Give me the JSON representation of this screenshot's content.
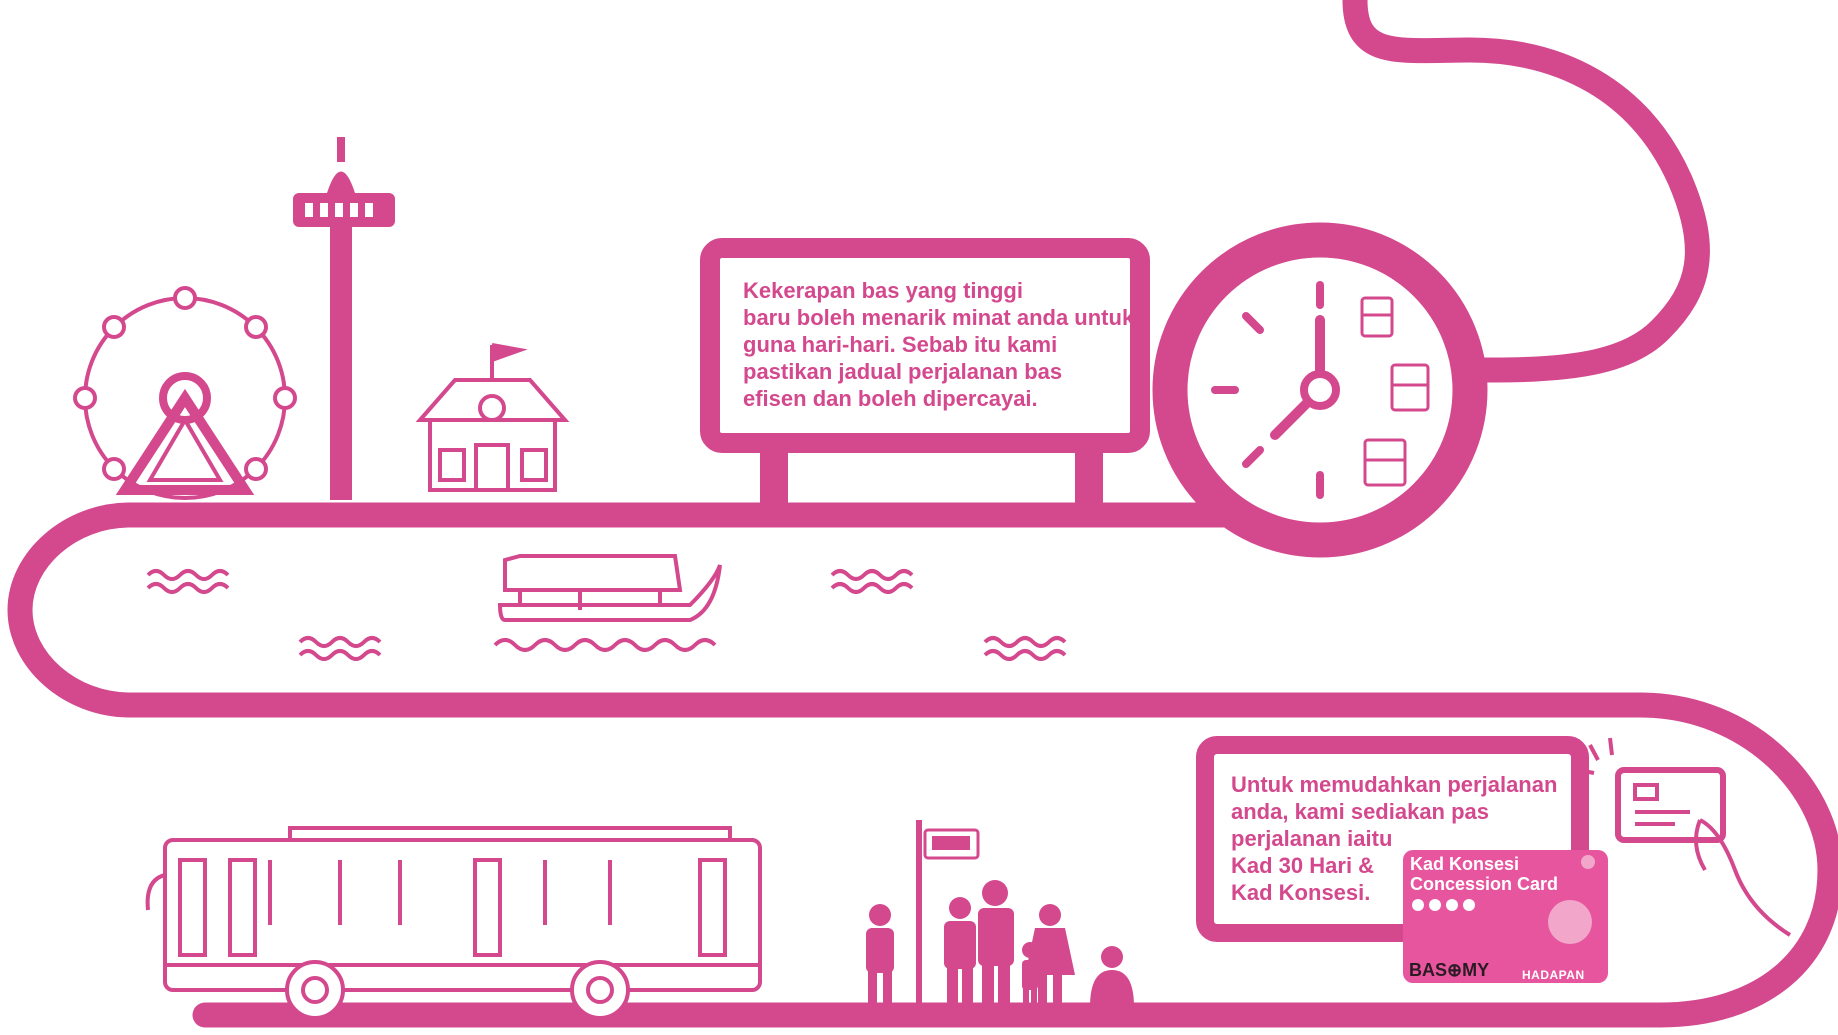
{
  "colors": {
    "brand_pink": "#d4488e",
    "card_pink": "#e6559e",
    "card_light": "#f2a6c9",
    "background": "#ffffff"
  },
  "info_frequency": {
    "lines": [
      "Kekerapan bas yang tinggi",
      "baru boleh menarik minat anda untuk",
      "guna hari-hari. Sebab itu kami",
      "pastikan jadual perjalanan bas",
      "efisen dan boleh dipercayai."
    ]
  },
  "info_pass": {
    "lines": [
      "Untuk memudahkan perjalanan",
      "anda, kami sediakan pas",
      "perjalanan iaitu",
      "Kad 30 Hari &",
      "Kad Konsesi."
    ]
  },
  "concession_card": {
    "title_line_1": "Kad Konsesi",
    "title_line_2": "Concession Card",
    "brand_left": "BAS",
    "brand_right": "MY",
    "side_label": "HADAPAN"
  },
  "icons": [
    "ferris-wheel-icon",
    "tower-icon",
    "school-building-icon",
    "billboard-icon",
    "clock-icon",
    "bus-icon",
    "wave-icon",
    "boat-icon",
    "bus-stop-icon",
    "people-icon",
    "card-hand-icon"
  ]
}
